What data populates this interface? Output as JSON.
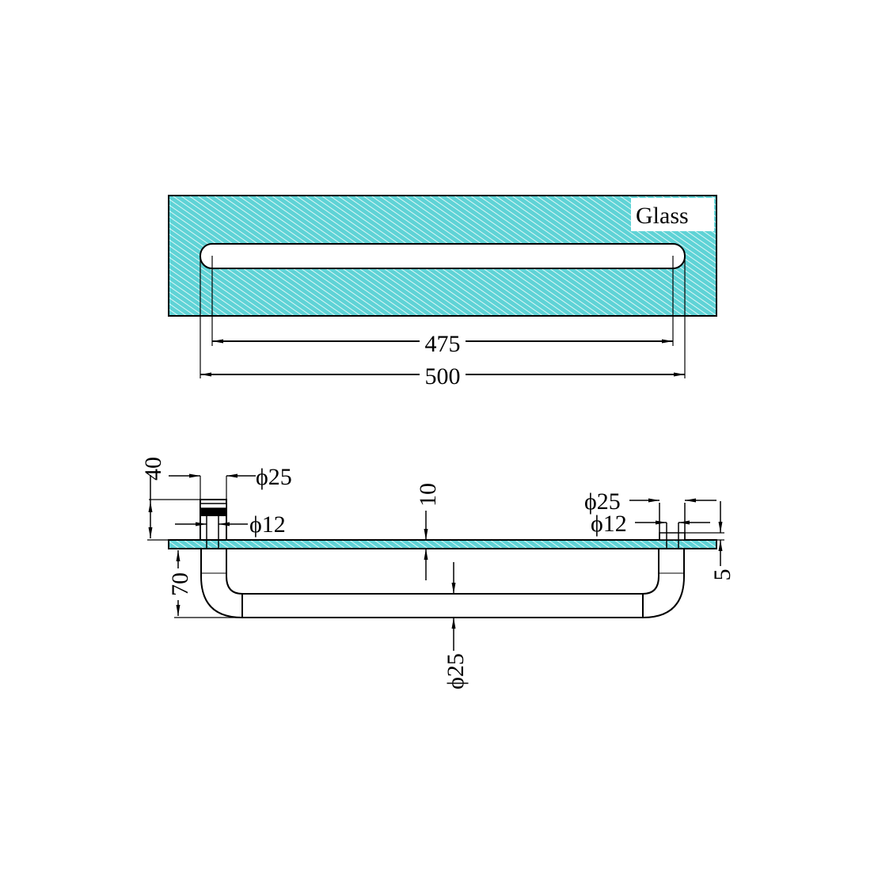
{
  "drawing": {
    "type": "technical-drawing",
    "subject": "glass door towel rail / pull handle",
    "colors": {
      "glass_fill": "#5fd3d6",
      "glass_hatch": "#ffffff",
      "line": "#000000",
      "background": "#ffffff"
    }
  },
  "top_view": {
    "material_label": "Glass",
    "dimensions": {
      "inner_length": "475",
      "overall_length": "500"
    }
  },
  "side_view": {
    "dimensions": {
      "mount_height": "40",
      "left_mount_diameter": "ϕ25",
      "left_bolt_diameter": "ϕ12",
      "glass_thickness": "10",
      "right_mount_diameter": "ϕ25",
      "right_bolt_diameter": "ϕ12",
      "right_washer": "5",
      "projection": "70",
      "bar_diameter": "ϕ25"
    }
  }
}
